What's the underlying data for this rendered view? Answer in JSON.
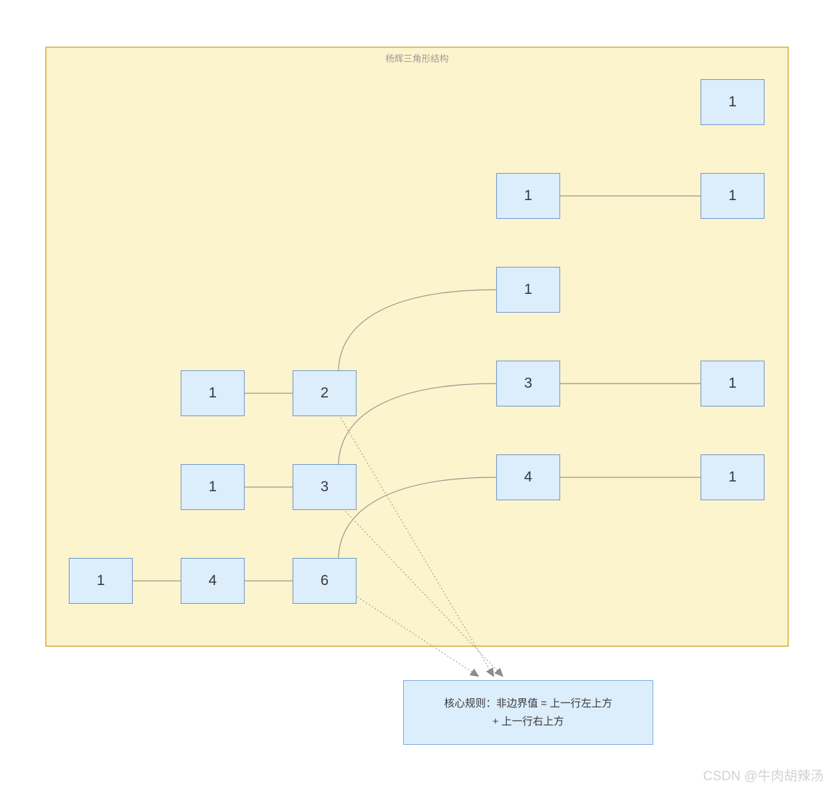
{
  "container": {
    "title": "杨辉三角形结构"
  },
  "nodes": [
    {
      "row": 1,
      "value": "1"
    },
    {
      "row": 2,
      "value": "1"
    },
    {
      "row": 2,
      "value": "1"
    },
    {
      "row": 3,
      "value": "1"
    },
    {
      "row": 3,
      "value": "1"
    },
    {
      "row": 3,
      "value": "2"
    },
    {
      "row": 4,
      "value": "3"
    },
    {
      "row": 4,
      "value": "1"
    },
    {
      "row": 4,
      "value": "1"
    },
    {
      "row": 4,
      "value": "3"
    },
    {
      "row": 5,
      "value": "4"
    },
    {
      "row": 5,
      "value": "1"
    },
    {
      "row": 5,
      "value": "1"
    },
    {
      "row": 5,
      "value": "4"
    },
    {
      "row": 5,
      "value": "6"
    }
  ],
  "note": {
    "line1": "核心规则：非边界值 = 上一行左上方",
    "line2": "+ 上一行右上方"
  },
  "watermark": "CSDN @牛肉胡辣汤",
  "colors": {
    "container_fill": "#fcf4cd",
    "container_border": "#ddbf68",
    "node_fill": "#dcedfc",
    "node_border": "#6f96cc",
    "note_fill": "#dcedfc",
    "note_border": "#7fa9e6",
    "edge": "#9b9488",
    "dotted": "#a5a096",
    "arrow": "#8f8f8f",
    "text": "#383838",
    "title": "#9c9c94",
    "watermark": "#d2d2d2"
  }
}
